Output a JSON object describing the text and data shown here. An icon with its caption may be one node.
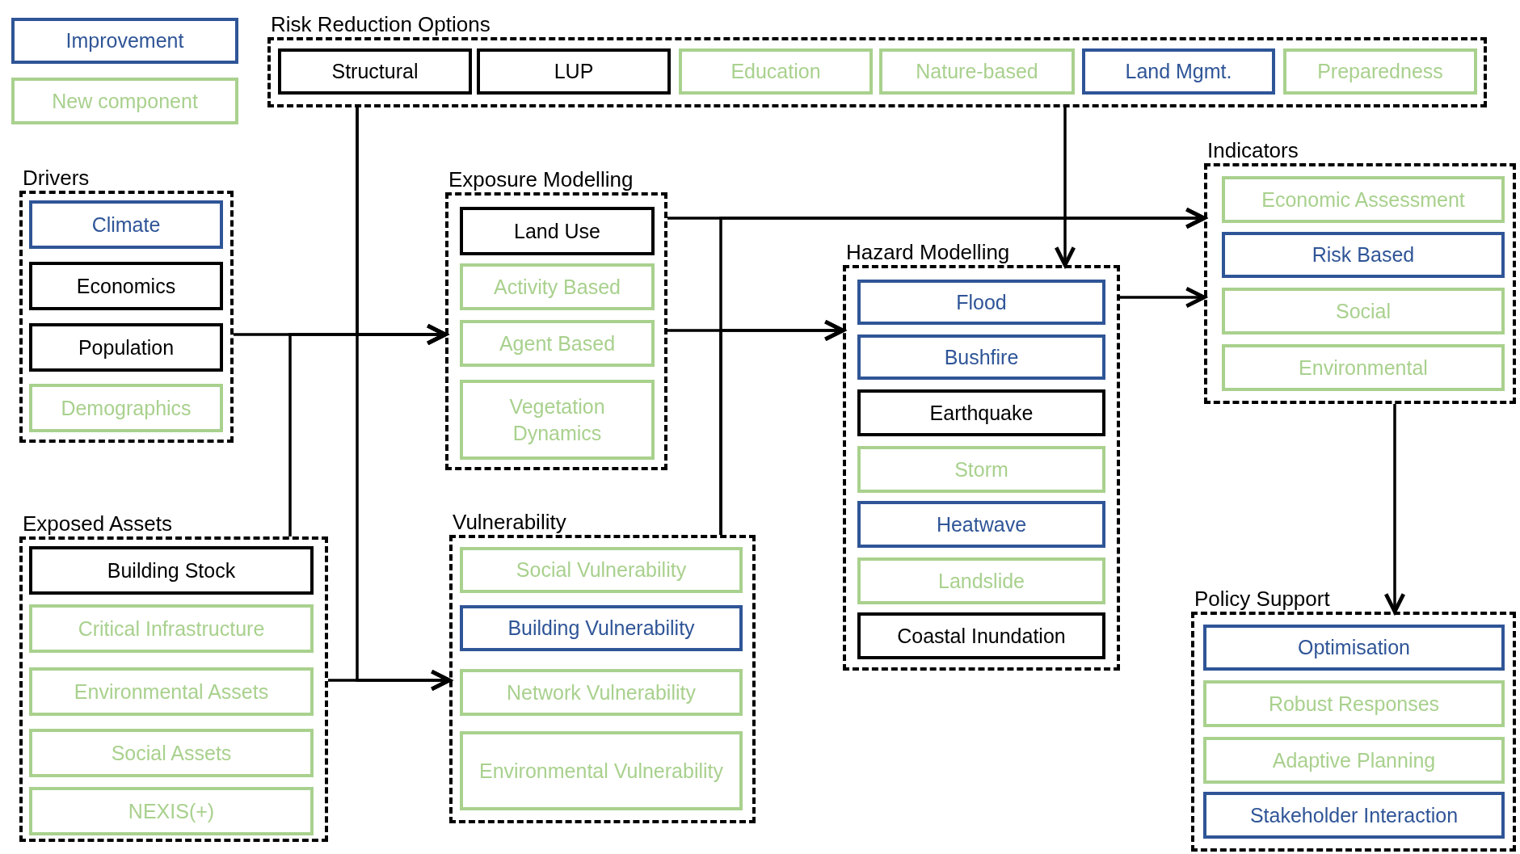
{
  "diagram": {
    "nodes": [
      {
        "text": [
          "Risk Reduction Options"
        ]
      },
      {
        "text": [
          "Structural"
        ],
        "in": 0
      },
      {
        "text": [
          "LUP"
        ],
        "in": 0
      },
      {
        "text": [
          "Education"
        ],
        "in": 0
      },
      {
        "text": [
          "Nature-based"
        ],
        "in": 0
      },
      {
        "text": [
          "Land Mgmt."
        ],
        "in": 0
      },
      {
        "text": [
          "Preparedness"
        ],
        "in": 0
      },
      {
        "text": [
          "Drivers"
        ]
      },
      {
        "text": [
          "Climate"
        ],
        "in": 7
      },
      {
        "text": [
          "Economics"
        ],
        "in": 7
      },
      {
        "text": [
          "Population"
        ],
        "in": 7
      },
      {
        "text": [
          "Demographics"
        ],
        "in": 7
      },
      {
        "text": [
          "Exposure Modelling"
        ]
      },
      {
        "text": [
          "Land Use"
        ],
        "in": 12
      },
      {
        "text": [
          "Activity Based"
        ],
        "in": 12
      },
      {
        "text": [
          "Agent Based"
        ],
        "in": 12
      },
      {
        "text": [
          "Vegetation Dynamics"
        ],
        "in": 12
      },
      {
        "text": [
          "Hazard Modelling"
        ]
      },
      {
        "text": [
          "Flood"
        ],
        "in": 17
      },
      {
        "text": [
          "Bushfire"
        ],
        "in": 17
      },
      {
        "text": [
          "Earthquake"
        ],
        "in": 17
      },
      {
        "text": [
          "Storm"
        ],
        "in": 17
      },
      {
        "text": [
          "Heatwave"
        ],
        "in": 17
      },
      {
        "text": [
          "Landslide"
        ],
        "in": 17
      },
      {
        "text": [
          "Coastal Inundation"
        ],
        "in": 17
      },
      {
        "text": [
          "Indicators"
        ]
      },
      {
        "text": [
          "Economic Assessment"
        ],
        "in": 25
      },
      {
        "text": [
          "Risk Based"
        ],
        "in": 25
      },
      {
        "text": [
          "Social"
        ],
        "in": 25
      },
      {
        "text": [
          "Environmental"
        ],
        "in": 25
      },
      {
        "text": [
          "Exposed Assets"
        ]
      },
      {
        "text": [
          "Building Stock"
        ],
        "in": 30
      },
      {
        "text": [
          "Critical Infrastructure"
        ],
        "in": 30
      },
      {
        "text": [
          "Environmental Assets"
        ],
        "in": 30
      },
      {
        "text": [
          "Social Assets"
        ],
        "in": 30
      },
      {
        "text": [
          "NEXIS(+)"
        ],
        "in": 30
      },
      {
        "text": [
          "Vulnerability"
        ]
      },
      {
        "text": [
          "Social Vulnerability"
        ],
        "in": 36
      },
      {
        "text": [
          "Building Vulnerability"
        ],
        "in": 36
      },
      {
        "text": [
          "Network Vulnerability"
        ],
        "in": 36
      },
      {
        "text": [
          "Environmental Vulnerability"
        ],
        "in": 36
      },
      {
        "text": [
          "Policy Support"
        ]
      },
      {
        "text": [
          "Optimisation"
        ],
        "in": 41
      },
      {
        "text": [
          "Robust Responses"
        ],
        "in": 41
      },
      {
        "text": [
          "Adaptive Planning"
        ],
        "in": 41
      },
      {
        "text": [
          "Stakeholder Interaction"
        ],
        "in": 41
      }
    ],
    "edges": [
      {
        "from": 7,
        "to": 12,
        "arrow": "to"
      },
      {
        "from": 30,
        "to": 12,
        "arrow": "to"
      },
      {
        "from": 0,
        "to": 12,
        "arrow": "to"
      },
      {
        "from": 0,
        "to": 36,
        "arrow": "to"
      },
      {
        "from": 30,
        "to": 36,
        "arrow": "to"
      },
      {
        "from": 12,
        "to": 25,
        "arrow": "to"
      },
      {
        "from": 12,
        "to": 17,
        "arrow": "to"
      },
      {
        "from": 36,
        "to": 25,
        "arrow": "to"
      },
      {
        "from": 36,
        "to": 17,
        "arrow": "to"
      },
      {
        "from": 0,
        "to": 17,
        "arrow": "to"
      },
      {
        "from": 17,
        "to": 25,
        "arrow": "to"
      },
      {
        "from": 25,
        "to": 41,
        "arrow": "to"
      }
    ],
    "legend": [
      {
        "text": "Improvement",
        "color": "#2f5597"
      },
      {
        "text": "New component",
        "color": "#a9d18e"
      }
    ]
  }
}
